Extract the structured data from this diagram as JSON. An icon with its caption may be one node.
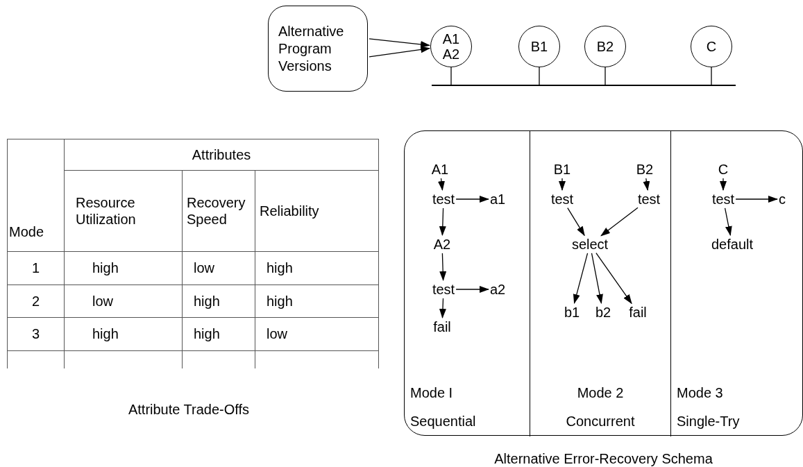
{
  "diagram": {
    "nodes": [
      {
        "text": [
          "Alternative Program Versions"
        ]
      },
      {
        "text": [
          "A1",
          "A2"
        ]
      },
      {
        "text": [
          "B1"
        ]
      },
      {
        "text": [
          "B2"
        ]
      },
      {
        "text": [
          "C"
        ]
      },
      {
        "text": [],
        "shape": "bar"
      },
      {
        "text": [
          "Alternative Error-Recovery Schema"
        ]
      },
      {
        "text": [
          "Mode I",
          "Sequential"
        ],
        "in": 6
      },
      {
        "text": [
          "A1"
        ],
        "in": 7
      },
      {
        "text": [
          "test"
        ],
        "in": 7
      },
      {
        "text": [
          "a1"
        ],
        "in": 7
      },
      {
        "text": [
          "A2"
        ],
        "in": 7
      },
      {
        "text": [
          "test"
        ],
        "in": 7
      },
      {
        "text": [
          "a2"
        ],
        "in": 7
      },
      {
        "text": [
          "fail"
        ],
        "in": 7
      },
      {
        "text": [
          "Mode 2",
          "Concurrent"
        ],
        "in": 6
      },
      {
        "text": [
          "B1"
        ],
        "in": 15
      },
      {
        "text": [
          "B2"
        ],
        "in": 15
      },
      {
        "text": [
          "test"
        ],
        "in": 15
      },
      {
        "text": [
          "test"
        ],
        "in": 15
      },
      {
        "text": [
          "select"
        ],
        "in": 15
      },
      {
        "text": [
          "b1"
        ],
        "in": 15
      },
      {
        "text": [
          "b2"
        ],
        "in": 15
      },
      {
        "text": [
          "fail"
        ],
        "in": 15
      },
      {
        "text": [
          "Mode 3",
          "Single-Try"
        ],
        "in": 6
      },
      {
        "text": [
          "C"
        ],
        "in": 24
      },
      {
        "text": [
          "test"
        ],
        "in": 24
      },
      {
        "text": [
          "c"
        ],
        "in": 24
      },
      {
        "text": [
          "default"
        ],
        "in": 24
      }
    ],
    "edges": [
      {
        "from": 0,
        "to": 1,
        "arrow": "to"
      },
      {
        "from": 0,
        "to": 1,
        "arrow": "to"
      },
      {
        "from": 1,
        "to": 5,
        "arrow": "none"
      },
      {
        "from": 2,
        "to": 5,
        "arrow": "none"
      },
      {
        "from": 3,
        "to": 5,
        "arrow": "none"
      },
      {
        "from": 4,
        "to": 5,
        "arrow": "none"
      },
      {
        "from": 8,
        "to": 9,
        "arrow": "to"
      },
      {
        "from": 9,
        "to": 10,
        "arrow": "to"
      },
      {
        "from": 9,
        "to": 11,
        "arrow": "to"
      },
      {
        "from": 11,
        "to": 12,
        "arrow": "to"
      },
      {
        "from": 12,
        "to": 13,
        "arrow": "to"
      },
      {
        "from": 12,
        "to": 14,
        "arrow": "to"
      },
      {
        "from": 16,
        "to": 18,
        "arrow": "to"
      },
      {
        "from": 17,
        "to": 19,
        "arrow": "to"
      },
      {
        "from": 18,
        "to": 20,
        "arrow": "to"
      },
      {
        "from": 19,
        "to": 20,
        "arrow": "to"
      },
      {
        "from": 20,
        "to": 21,
        "arrow": "to"
      },
      {
        "from": 20,
        "to": 22,
        "arrow": "to"
      },
      {
        "from": 20,
        "to": 23,
        "arrow": "to"
      },
      {
        "from": 25,
        "to": 26,
        "arrow": "to"
      },
      {
        "from": 26,
        "to": 27,
        "arrow": "to"
      },
      {
        "from": 26,
        "to": 28,
        "arrow": "to"
      }
    ],
    "labels": [
      "Attributes",
      "Mode",
      "Resource Utilization",
      "Recovery Speed",
      "Reliability",
      "1",
      "high",
      "low",
      "high",
      "2",
      "low",
      "high",
      "high",
      "3",
      "high",
      "high",
      "low",
      "Attribute Trade-Offs"
    ]
  }
}
